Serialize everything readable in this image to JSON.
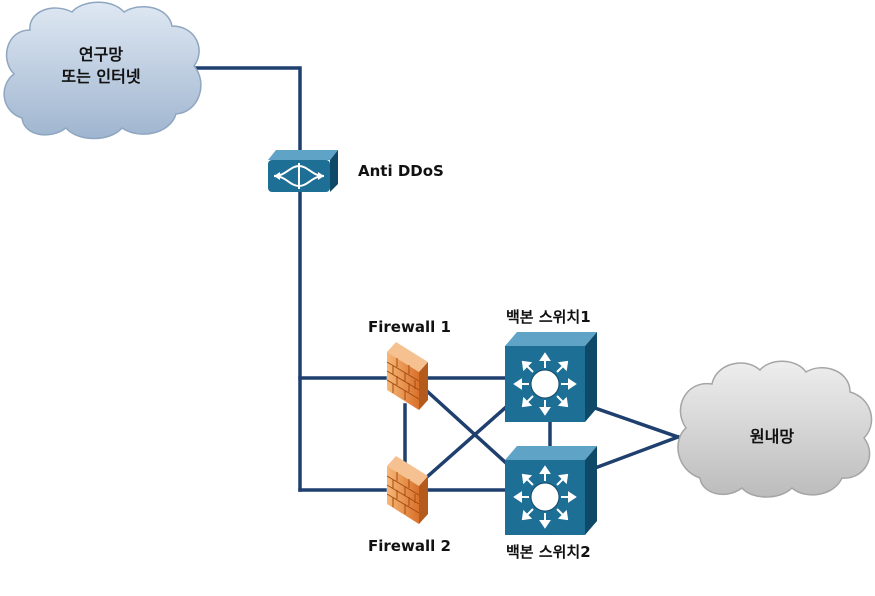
{
  "nodes": {
    "internet_cloud": {
      "line1": "연구망",
      "line2": "또는 인터넷"
    },
    "anti_ddos": {
      "label": "Anti DDoS"
    },
    "firewall_1": {
      "label": "Firewall 1"
    },
    "firewall_2": {
      "label": "Firewall 2"
    },
    "backbone_switch_1": {
      "label": "백본 스위치1"
    },
    "backbone_switch_2": {
      "label": "백본 스위치2"
    },
    "internal_cloud": {
      "label": "원내망"
    }
  },
  "colors": {
    "link": "#1f3f6e",
    "cloud_blue": "#b8c9dd",
    "cloud_gray": "#d2d2d2",
    "device_teal": "#1d6f96",
    "firewall_orange": "#e98a3b"
  },
  "icons": {
    "internet_cloud": "cloud-icon",
    "anti_ddos": "ddos-appliance-icon",
    "firewall": "firewall-brick-icon",
    "switch": "layer3-switch-icon",
    "internal_cloud": "cloud-icon"
  }
}
